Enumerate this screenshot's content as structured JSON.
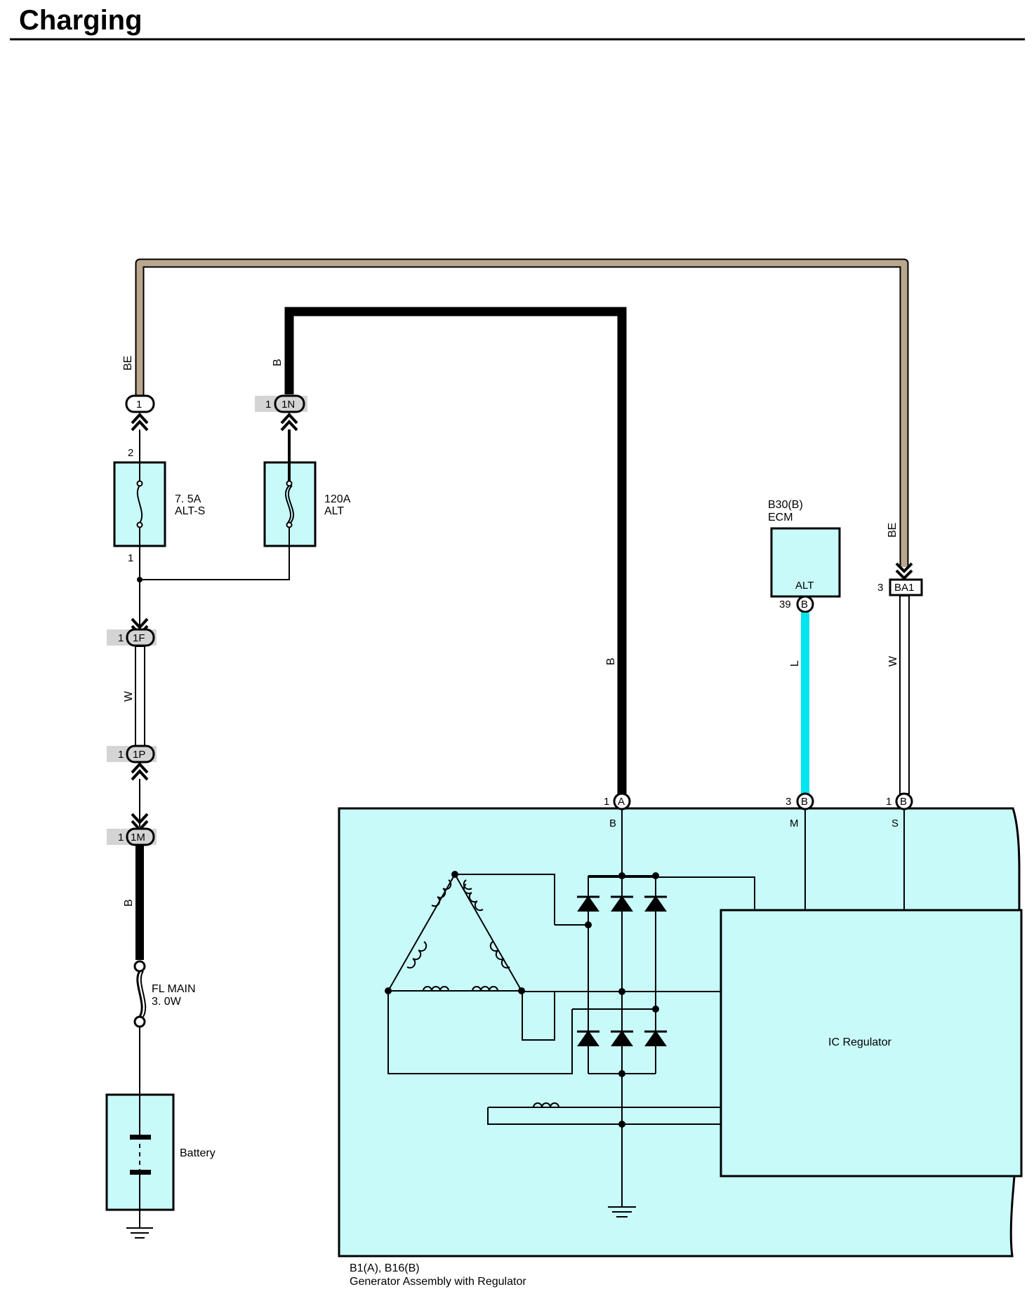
{
  "title": "Charging",
  "colors": {
    "component_fill": "#c8fafa",
    "wire_be": "#b9a88e",
    "wire_l": "#00e5ee",
    "wire_w": "#ffffff",
    "wire_b": "#000000",
    "connector_shade": "#d4d4d4"
  },
  "wire_colors": {
    "be_top": "BE",
    "b_top": "B",
    "b_main": "B",
    "l": "L",
    "w_regulator": "W",
    "be_ba1": "BE",
    "w_left": "W",
    "b_left": "B"
  },
  "connectors": {
    "c1": {
      "pin": "1"
    },
    "c1n": {
      "pin": "1",
      "name": "1N"
    },
    "c1f": {
      "pin": "1",
      "name": "1F"
    },
    "c1p": {
      "pin": "1",
      "name": "1P"
    },
    "c1m": {
      "pin": "1",
      "name": "1M"
    },
    "ba1": {
      "pin": "3",
      "name": "BA1"
    }
  },
  "fuses": {
    "alt_s": {
      "rating": "7. 5A",
      "name": "ALT-S",
      "pin_top": "2",
      "pin_bottom": "1"
    },
    "alt": {
      "rating": "120A",
      "name": "ALT"
    },
    "fl_main": {
      "name": "FL MAIN",
      "rating": "3. 0W"
    }
  },
  "ecm": {
    "code": "B30(B)",
    "name": "ECM",
    "terminal": "ALT",
    "pin": "39",
    "connector": "B"
  },
  "generator": {
    "code": "B1(A), B16(B)",
    "name": "Generator Assembly with Regulator",
    "regulator": "IC Regulator",
    "terminals": [
      {
        "pin": "1",
        "connector": "A",
        "label": "B"
      },
      {
        "pin": "3",
        "connector": "B",
        "label": "M"
      },
      {
        "pin": "1",
        "connector": "B",
        "label": "S"
      }
    ]
  },
  "battery": {
    "name": "Battery"
  }
}
